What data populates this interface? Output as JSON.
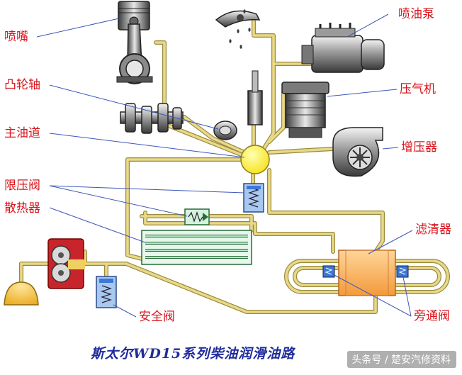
{
  "labels": {
    "nozzle": "喷嘴",
    "camshaft": "凸轮轴",
    "main_gallery": "主油道",
    "pressure_limit_valve": "限压阀",
    "radiator": "散热器",
    "injection_pump": "喷油泵",
    "compressor": "压气机",
    "turbocharger": "增压器",
    "filter": "滤清器",
    "bypass_valve": "旁通阀",
    "safety_valve": "安全阀"
  },
  "title": "斯太尔WD15系列柴油润滑油路",
  "watermark": "头条号 / 楚安汽修资料",
  "colors": {
    "oil_line": "#e8d88a",
    "oil_line_edge": "#9a8a3c",
    "label": "#d8141c",
    "title": "#1f2c9c",
    "valve_blue": "#3b78d8",
    "gallery_yellow": "#fff23a",
    "filter_orange": "#f7b25e",
    "radiator_green": "#7fd0a0"
  }
}
